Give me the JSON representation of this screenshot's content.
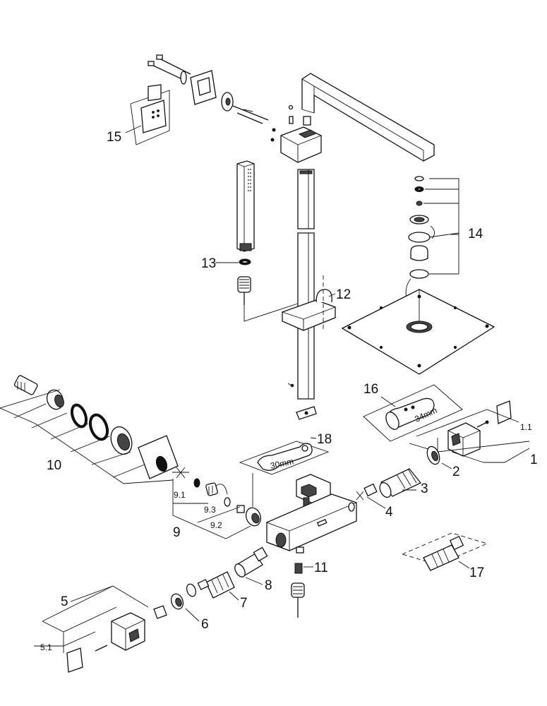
{
  "callouts": {
    "c1": "1",
    "c1_1": "1.1",
    "c2": "2",
    "c3": "3",
    "c4": "4",
    "c5": "5",
    "c5_1": "5.1",
    "c6": "6",
    "c7": "7",
    "c8": "8",
    "c9": "9",
    "c9_1": "9.1",
    "c9_2": "9.2",
    "c9_3": "9.3",
    "c10": "10",
    "c11": "11",
    "c12": "12",
    "c13": "13",
    "c14": "14",
    "c15": "15",
    "c16": "16",
    "c17": "17",
    "c18": "18"
  },
  "tool_labels": {
    "wrench_size": "30mm",
    "sleeve_size": "34mm"
  }
}
